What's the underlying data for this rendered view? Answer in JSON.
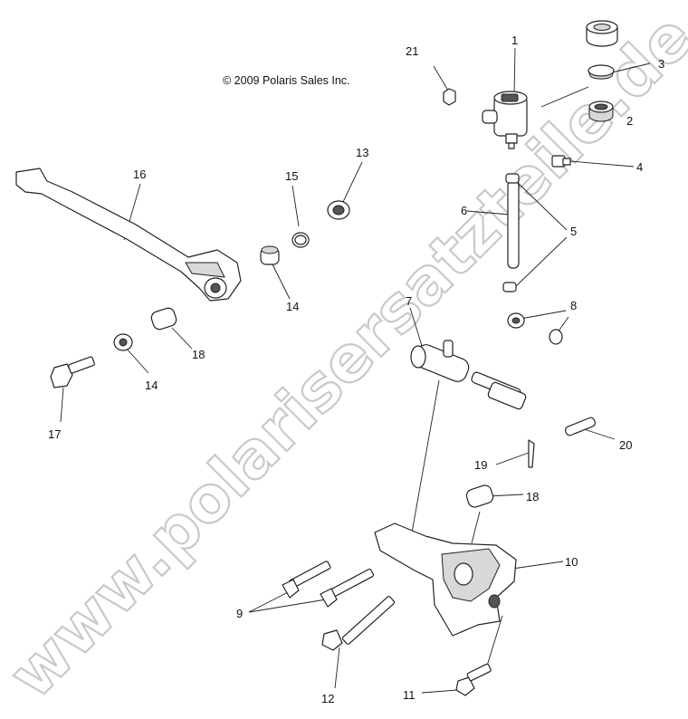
{
  "copyright": "© 2009 Polaris Sales Inc.",
  "watermark": "www.polarisersatzteile.de",
  "callouts": [
    {
      "id": "c1",
      "text": "1"
    },
    {
      "id": "c2",
      "text": "2"
    },
    {
      "id": "c3",
      "text": "3"
    },
    {
      "id": "c4",
      "text": "4"
    },
    {
      "id": "c5",
      "text": "5"
    },
    {
      "id": "c6",
      "text": "6"
    },
    {
      "id": "c7",
      "text": "7"
    },
    {
      "id": "c8",
      "text": "8"
    },
    {
      "id": "c9",
      "text": "9"
    },
    {
      "id": "c10",
      "text": "10"
    },
    {
      "id": "c11",
      "text": "11"
    },
    {
      "id": "c12",
      "text": "12"
    },
    {
      "id": "c13",
      "text": "13"
    },
    {
      "id": "c14a",
      "text": "14"
    },
    {
      "id": "c14b",
      "text": "14"
    },
    {
      "id": "c15",
      "text": "15"
    },
    {
      "id": "c16",
      "text": "16"
    },
    {
      "id": "c17",
      "text": "17"
    },
    {
      "id": "c18a",
      "text": "18"
    },
    {
      "id": "c18b",
      "text": "18"
    },
    {
      "id": "c19",
      "text": "19"
    },
    {
      "id": "c20",
      "text": "20"
    },
    {
      "id": "c21",
      "text": "21"
    }
  ]
}
